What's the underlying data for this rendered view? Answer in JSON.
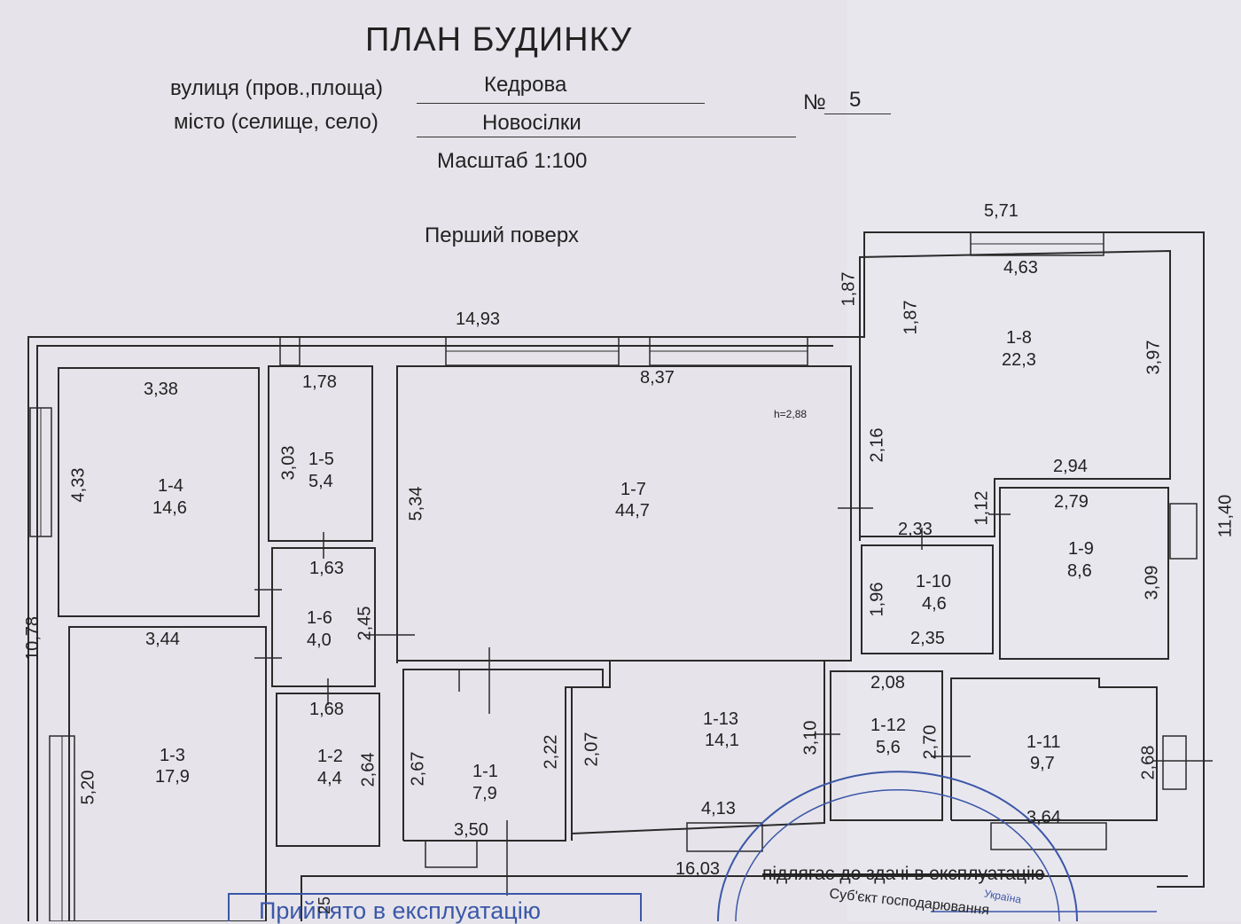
{
  "header": {
    "title": "ПЛАН БУДИНКУ",
    "street_label": "вулиця (пров.,площа)",
    "street_value": "Кедрова",
    "city_label": "місто (селище, село)",
    "city_value": "Новосілки",
    "number_label": "№",
    "number_value": "5",
    "scale": "Масштаб 1:100",
    "floor": "Перший поверх"
  },
  "outer_dims": {
    "top_left": "14,93",
    "top_right": "5,71",
    "left": "10,78",
    "right": "11,40",
    "bottom": "16,03",
    "notch": "1,87"
  },
  "rooms": [
    {
      "id": "1-1",
      "area": "7,9"
    },
    {
      "id": "1-2",
      "area": "4,4"
    },
    {
      "id": "1-3",
      "area": "17,9"
    },
    {
      "id": "1-4",
      "area": "14,6"
    },
    {
      "id": "1-5",
      "area": "5,4"
    },
    {
      "id": "1-6",
      "area": "4,0"
    },
    {
      "id": "1-7",
      "area": "44,7"
    },
    {
      "id": "1-8",
      "area": "22,3"
    },
    {
      "id": "1-9",
      "area": "8,6"
    },
    {
      "id": "1-10",
      "area": "4,6"
    },
    {
      "id": "1-11",
      "area": "9,7"
    },
    {
      "id": "1-12",
      "area": "5,6"
    },
    {
      "id": "1-13",
      "area": "14,1"
    }
  ],
  "inner_dims": {
    "r14_w": "3,38",
    "r14_h": "4,33",
    "r13_w": "3,44",
    "r13_h": "5,20",
    "r15_w": "1,78",
    "r15_h": "3,03",
    "r16_w": "1,63",
    "r16_h": "2,45",
    "r12_w": "1,68",
    "r12_h": "2,64",
    "r17_w": "8,37",
    "r17_h": "5,34",
    "ceiling": "h=2,88",
    "r11_w": "3,50",
    "r11_h1": "2,67",
    "r11_h2": "2,22",
    "r113_h1": "2,07",
    "r113_w": "4,13",
    "r113_h2": "3,10",
    "r18_w": "4,63",
    "r18_h1": "1,87",
    "r18_h2": "3,97",
    "r18_h3": "2,16",
    "r18_w2": "2,94",
    "r19_w": "2,79",
    "r19_h": "3,09",
    "r19_h2": "1,12",
    "r110_w1": "2,33",
    "r110_w2": "2,35",
    "r110_h": "1,96",
    "r112_w": "2,08",
    "r112_h": "2,70",
    "r111_w": "3,64",
    "r111_h": "2,68"
  },
  "notes": {
    "stamp_line": "підлягає до здачі в експлуатацію",
    "accepted": "Прийнято в експлуатацію",
    "subject": "Суб'єкт господарювання",
    "ukraine": "Україна",
    "fragment": "25"
  },
  "colors": {
    "ink": "#222222",
    "stamp": "#3b57a8",
    "paper": "#e6e4ea"
  }
}
